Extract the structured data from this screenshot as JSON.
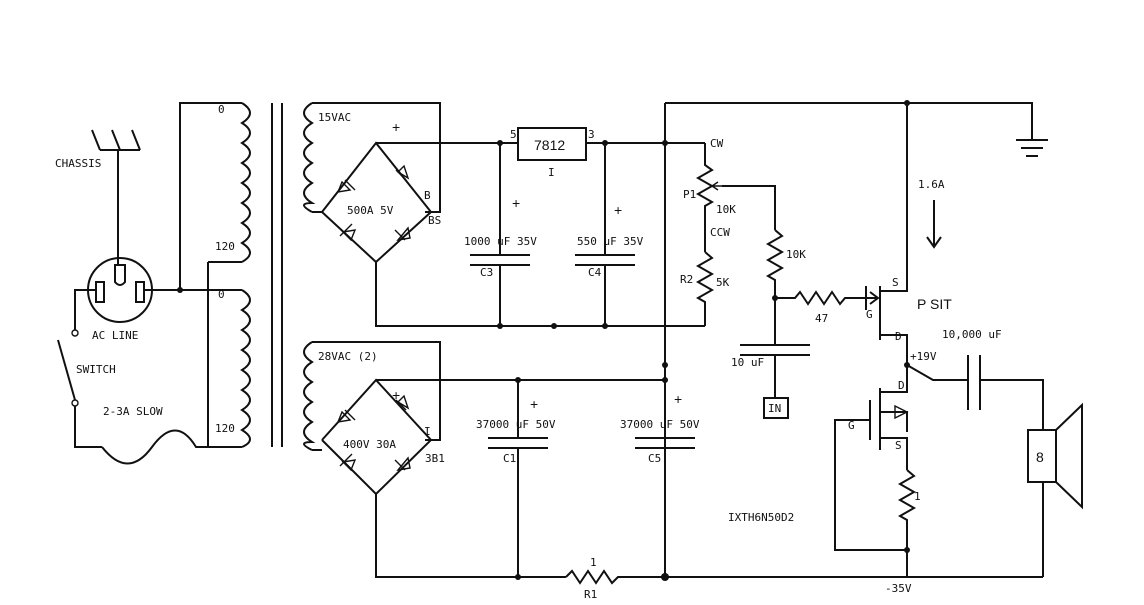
{
  "labels": {
    "chassis": "CHASSIS",
    "ac_line": "AC LINE",
    "switch": "SWITCH",
    "fuse": "2-3A SLOW",
    "tap_0_top": "0",
    "tap_120_top": "120",
    "tap_0_bottom": "0",
    "tap_120_bottom": "120",
    "sec1_voltage": "15VAC",
    "bridge1_rating": "500A 5V",
    "bridge1_part": "B",
    "bridge1_part2": "BS",
    "plus_b1": "+",
    "reg_name": "7812",
    "reg_pin_in": "5",
    "reg_pin_out": "3",
    "reg_gnd": "I",
    "c3_value": "1000 uF 35V",
    "c3_name": "C3",
    "c3_plus": "+",
    "c4_value": "550 uF 35V",
    "c4_name": "C4",
    "c4_plus": "+",
    "cw": "CW",
    "p1": "P1",
    "p1_value": "10K",
    "ccw": "CCW",
    "r2": "R2",
    "r2_value": "5K",
    "r_10k": "10K",
    "r_47": "47",
    "c_in": "10 uF",
    "in": "IN",
    "current": "1.6A",
    "sit_s": "S",
    "sit_g": "G",
    "sit_d": "D",
    "sit_name": "P SIT",
    "out_cap": "10,000 uF",
    "v19": "+19V",
    "mos_d": "D",
    "mos_g": "G",
    "mos_s": "S",
    "r_1": "1",
    "mos_part": "IXTH6N50D2",
    "sec2_voltage": "28VAC (2)",
    "bridge2_rating": "400V 30A",
    "bridge2_part": "I",
    "bridge2_part2": "3B1",
    "plus_b2": "+",
    "c1_value": "37000 uF 50V",
    "c1_name": "C1",
    "c1_plus": "+",
    "c5_value": "37000 uF 50V",
    "c5_name": "C5",
    "c5_plus": "+",
    "r1_value": "1",
    "r1_name": "R1",
    "v35": "-35V",
    "speaker": "8"
  }
}
